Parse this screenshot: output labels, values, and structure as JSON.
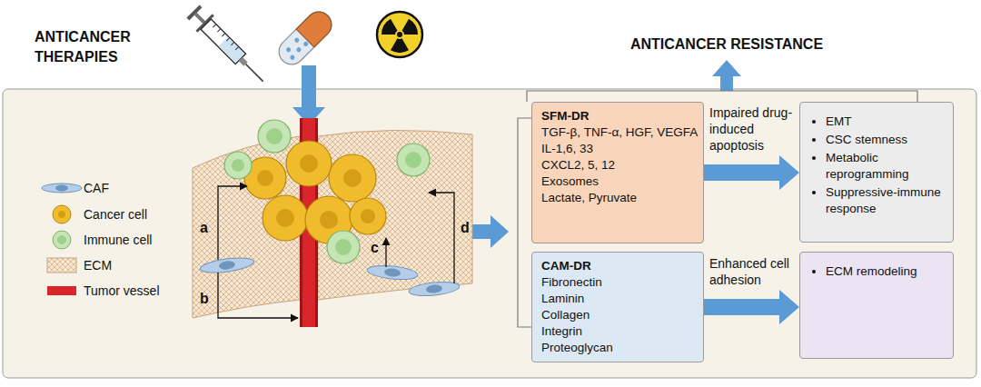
{
  "diagram": {
    "nodes": [
      {
        "text": [
          "SFM-DR",
          "TGF-β, TNF-α, HGF, VEGFA",
          "IL-1,6, 33",
          "CXCL2, 5, 12",
          "Exosomes",
          "Lactate, Pyruvate"
        ]
      },
      {
        "text": [
          "CAM-DR",
          "Fibronectin",
          "Laminin",
          "Collagen",
          "Integrin",
          "Proteoglycan"
        ]
      },
      {
        "text": [
          "EMT",
          "CSC stemness",
          "Metabolic reprogramming",
          "Suppressive-immune response"
        ]
      },
      {
        "text": [
          "ECM remodeling"
        ]
      }
    ],
    "edges": [
      {
        "from": 0,
        "to": 2,
        "arrow": "to",
        "label": "Impaired drug-induced apoptosis"
      },
      {
        "from": 1,
        "to": 3,
        "arrow": "to",
        "label": "Enhanced cell adhesion"
      }
    ],
    "labels": [
      "ANTICANCER THERAPIES",
      "ANTICANCER RESISTANCE",
      "a",
      "b",
      "c",
      "d"
    ],
    "legend": [
      {
        "text": "CAF"
      },
      {
        "text": "Cancer cell"
      },
      {
        "text": "Immune cell"
      },
      {
        "text": "ECM"
      },
      {
        "text": "Tumor vessel"
      }
    ]
  }
}
